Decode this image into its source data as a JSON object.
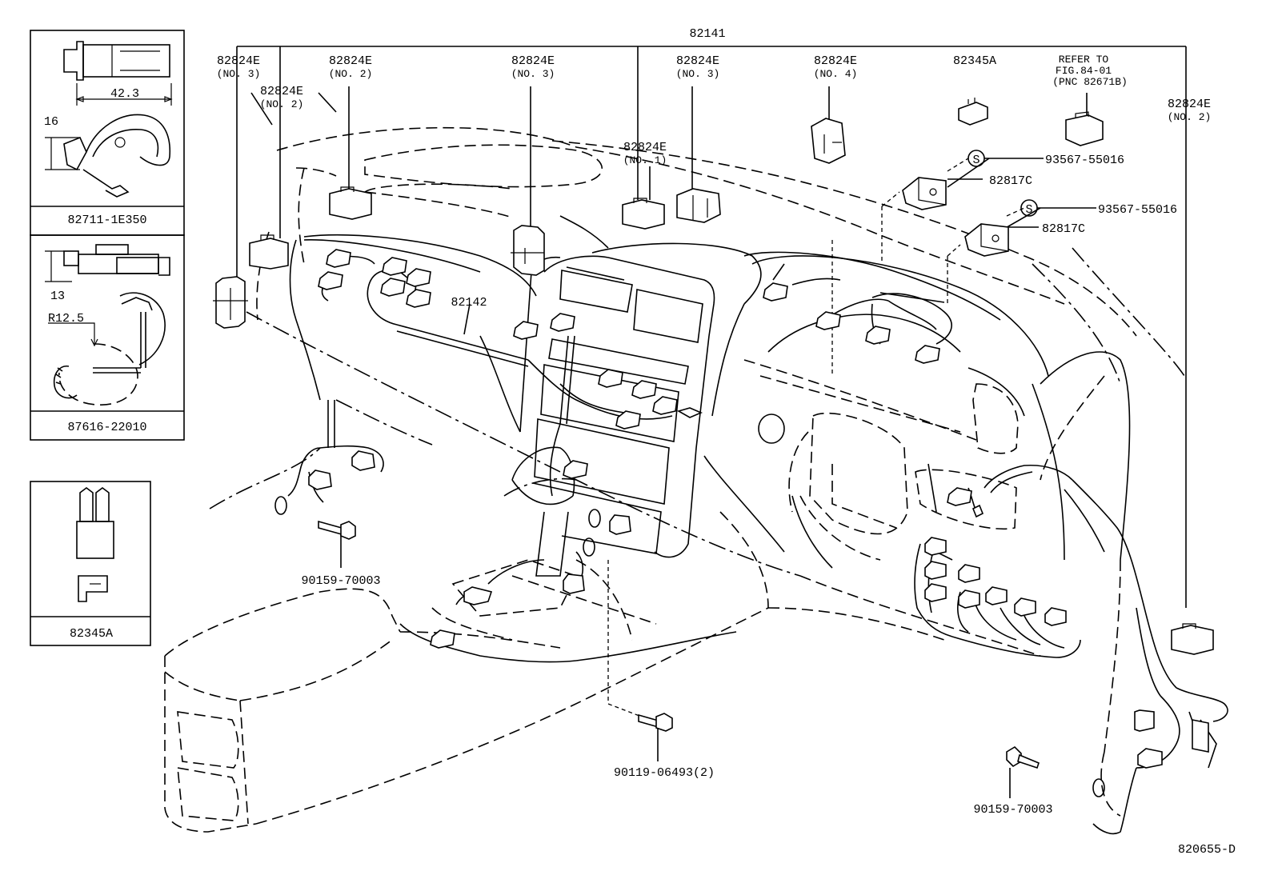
{
  "labels": {
    "main_harness": "82141",
    "sub_harness": "82142",
    "fig_code": "820655-D",
    "clamp_top_left": {
      "code": "82824E",
      "note": "(NO. 3)"
    },
    "clamp_left_no2": {
      "code": "82824E",
      "note": "(NO. 2)"
    },
    "clamp_upper_left_no2": {
      "code": "82824E",
      "note": "(NO. 2)"
    },
    "clamp_center_no3": {
      "code": "82824E",
      "note": "(NO. 3)"
    },
    "clamp_center_no1": {
      "code": "82824E",
      "note": "(NO. 1)"
    },
    "clamp_center_right_no3": {
      "code": "82824E",
      "note": "(NO. 3)"
    },
    "clamp_no4": {
      "code": "82824E",
      "note": "(NO. 4)"
    },
    "clamp_right_no2": {
      "code": "82824E",
      "note": "(NO. 2)"
    },
    "relay_block": "82345A",
    "refer": {
      "line1": "REFER TO",
      "line2": "FIG.84-01",
      "line3": "(PNC 82671B)"
    },
    "screw_upper": "93567-55016",
    "screw_lower": "93567-55016",
    "screw_symbol": "S",
    "bracket_upper": "82817C",
    "bracket_lower": "82817C",
    "bolt_left": "90159-70003",
    "bolt_center": "90119-06493(2)",
    "bolt_right": "90159-70003"
  },
  "insets": {
    "clip": {
      "part_no": "82711-1E350",
      "dim_width": "42.3",
      "dim_height": "16"
    },
    "clamp": {
      "part_no": "87616-22010",
      "dim_height": "13",
      "dim_radius": "R12.5"
    },
    "relay": {
      "part_no": "82345A"
    }
  }
}
